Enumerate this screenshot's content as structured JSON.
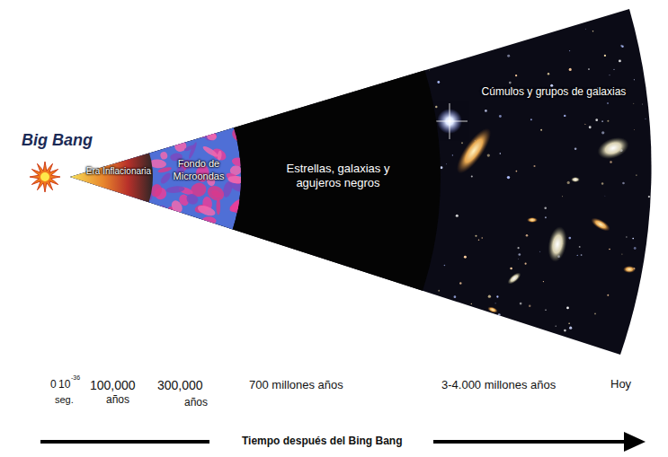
{
  "diagram": {
    "nodes": [
      {
        "text": [
          "Era Inflacionaria"
        ]
      },
      {
        "text": [
          "Fondo de Microondas"
        ]
      },
      {
        "text": [
          "Estrellas, galaxias y agujeros negros"
        ]
      },
      {
        "text": [
          "Cúmulos y grupos de galaxias"
        ]
      }
    ],
    "labels": [
      "Big Bang",
      "0",
      "10",
      "-36",
      "seg.",
      "100,000",
      "años",
      "300,000",
      "años",
      "700 millones años",
      "3-4.000 millones años",
      "Hoy",
      "Tiempo después del Bing Bang"
    ]
  }
}
